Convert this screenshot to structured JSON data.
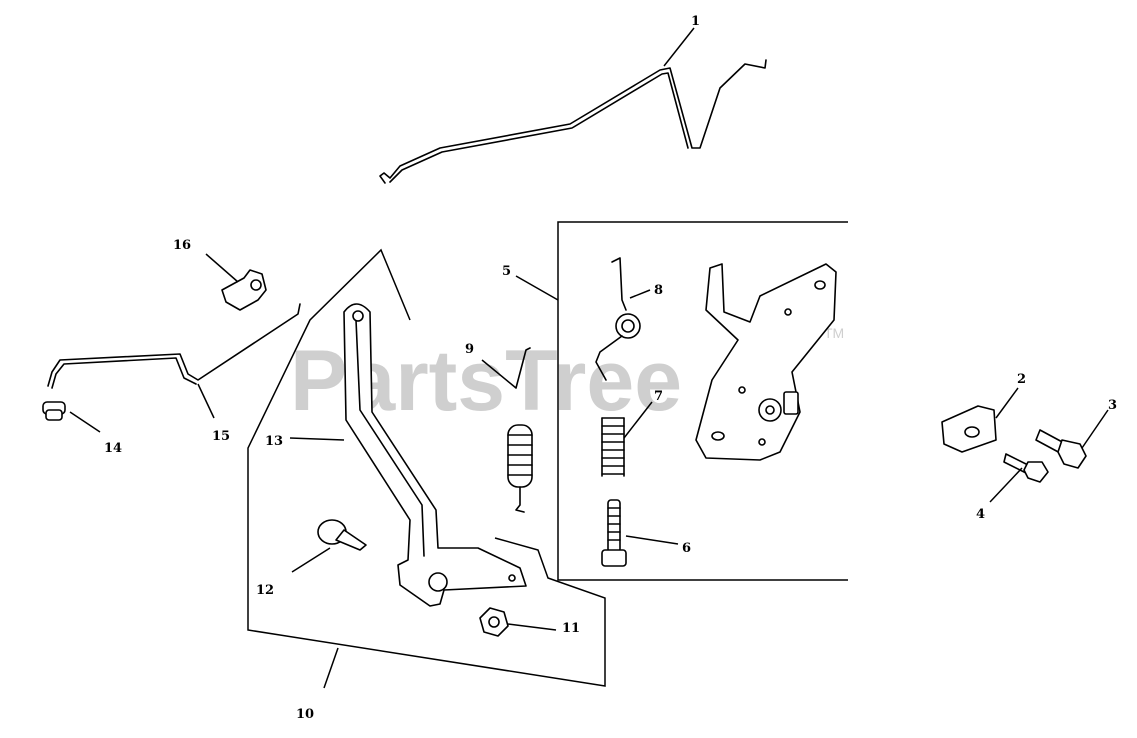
{
  "watermark": {
    "text": "PartsTree",
    "tm": "TM"
  },
  "callouts": [
    {
      "id": "1",
      "label": "1"
    },
    {
      "id": "2",
      "label": "2"
    },
    {
      "id": "3",
      "label": "3"
    },
    {
      "id": "4",
      "label": "4"
    },
    {
      "id": "5",
      "label": "5"
    },
    {
      "id": "6",
      "label": "6"
    },
    {
      "id": "7",
      "label": "7"
    },
    {
      "id": "8",
      "label": "8"
    },
    {
      "id": "9",
      "label": "9"
    },
    {
      "id": "10",
      "label": "10"
    },
    {
      "id": "11",
      "label": "11"
    },
    {
      "id": "12",
      "label": "12"
    },
    {
      "id": "13",
      "label": "13"
    },
    {
      "id": "14",
      "label": "14"
    },
    {
      "id": "15",
      "label": "15"
    },
    {
      "id": "16",
      "label": "16"
    }
  ]
}
